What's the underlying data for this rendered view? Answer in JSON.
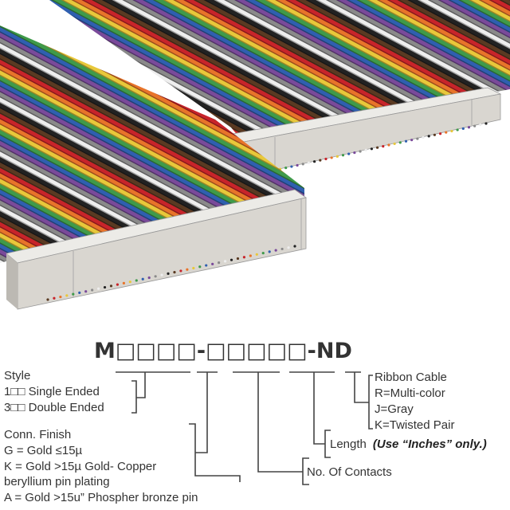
{
  "part_number": "M□□□□-□□□□□-ND",
  "style": {
    "heading": "Style",
    "options": [
      "1□□ Single Ended",
      "3□□ Double Ended"
    ]
  },
  "conn_finish": {
    "heading": "Conn. Finish",
    "options": [
      "G = Gold ≤15µ",
      "K = Gold >15µ Gold- Copper",
      "beryllium pin plating",
      "A = Gold >15u” Phospher bronze pin"
    ]
  },
  "contacts": {
    "label": "No. Of Contacts"
  },
  "length": {
    "label": "Length",
    "note": "(Use “Inches” only.)"
  },
  "ribbon": {
    "heading": "Ribbon Cable",
    "options": [
      "R=Multi-color",
      "J=Gray",
      "K=Twisted Pair"
    ]
  },
  "wire_colors": [
    "#5a3a22",
    "#c8242a",
    "#e8742a",
    "#e8c83a",
    "#3f9a4a",
    "#2f5fb0",
    "#7a4a9a",
    "#8a8a8a",
    "#eeeeee",
    "#222222"
  ],
  "connector_color": "#d9d6d0"
}
